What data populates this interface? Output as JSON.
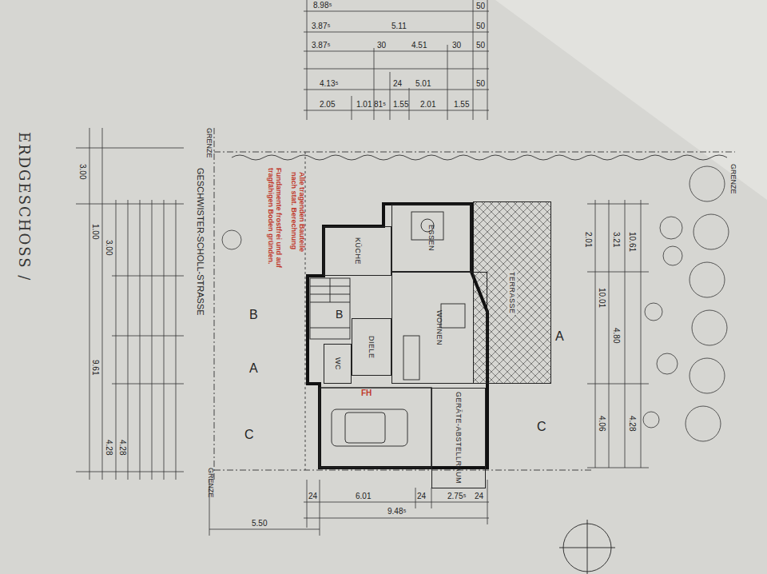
{
  "diagram": {
    "title": "ERDGESCHOSS /",
    "nodes": [
      {
        "text": [
          "KÜCHE"
        ]
      },
      {
        "text": [
          "ESSEN"
        ]
      },
      {
        "text": [
          "WOHNEN"
        ]
      },
      {
        "text": [
          "DIELE"
        ]
      },
      {
        "text": [
          "WC"
        ]
      },
      {
        "text": [
          "GERÄTE-ABSTELLRAUM"
        ]
      },
      {
        "text": [
          "TERRASSE"
        ]
      }
    ],
    "labels": [
      "GESCHWISTER-SCHOLL-STRASSE",
      "GRENZE",
      "GRENZE",
      "GRENZE",
      "Alle tragenden Bauteile nach stat. Berechnung",
      "Fundamente frostfrei und auf tragfähigen Boden gründen.",
      "FH",
      "B",
      "B",
      "A",
      "A",
      "C",
      "C",
      "8.98⁵",
      "50",
      "3.87⁵",
      "5.11",
      "50",
      "3.87⁵",
      "30",
      "4.51",
      "30",
      "50",
      "4.13⁵",
      "24",
      "5.01",
      "50",
      "2.05",
      "1.01",
      "81⁵",
      "1.55",
      "2.01",
      "1.55",
      "24",
      "6.01",
      "24",
      "2.75⁵",
      "24",
      "9.48⁵",
      "5.50",
      "3.00",
      "1.00",
      "9.61",
      "3.00",
      "4.28",
      "4.28",
      "10.61",
      "3.21",
      "10.01",
      "2.01",
      "4.80",
      "4.28",
      "4.06"
    ]
  }
}
